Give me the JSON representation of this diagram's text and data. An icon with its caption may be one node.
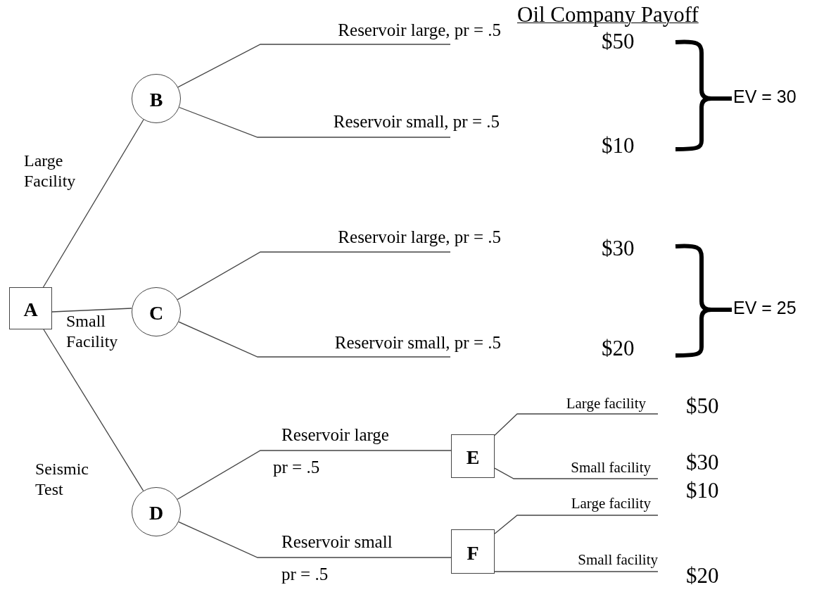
{
  "diagram": {
    "title": "Oil Company Payoff",
    "nodes": [
      {
        "text": [
          "A"
        ]
      },
      {
        "text": [
          "B"
        ]
      },
      {
        "text": [
          "C"
        ]
      },
      {
        "text": [
          "D"
        ]
      },
      {
        "text": [
          "E"
        ]
      },
      {
        "text": [
          "F"
        ]
      }
    ],
    "edges": [
      {
        "from": 0,
        "to": 1,
        "arrow": "none",
        "label": "Large Facility"
      },
      {
        "from": 0,
        "to": 2,
        "arrow": "none",
        "label": "Small Facility"
      },
      {
        "from": 0,
        "to": 3,
        "arrow": "none",
        "label": "Seismic Test"
      },
      {
        "from": 1,
        "to": null,
        "arrow": "none",
        "label": "Reservoir large, pr = .5"
      },
      {
        "from": 1,
        "to": null,
        "arrow": "none",
        "label": "Reservoir small, pr = .5"
      },
      {
        "from": 2,
        "to": null,
        "arrow": "none",
        "label": "Reservoir large, pr = .5"
      },
      {
        "from": 2,
        "to": null,
        "arrow": "none",
        "label": "Reservoir small, pr = .5"
      },
      {
        "from": 3,
        "to": 4,
        "arrow": "none",
        "label": "Reservoir large"
      },
      {
        "from": 3,
        "to": 5,
        "arrow": "none",
        "label": "Reservoir small"
      },
      {
        "from": 4,
        "to": null,
        "arrow": "none",
        "label": "Large facility"
      },
      {
        "from": 4,
        "to": null,
        "arrow": "none",
        "label": "Small facility"
      },
      {
        "from": 5,
        "to": null,
        "arrow": "none",
        "label": "Large facility"
      },
      {
        "from": 5,
        "to": null,
        "arrow": "none",
        "label": "Small facility"
      }
    ],
    "labels": [
      "$50",
      "EV = 30",
      "$10",
      "$30",
      "EV = 25",
      "$20",
      "$50",
      "pr = .5",
      "$30",
      "$10",
      "pr = .5",
      "$20"
    ]
  }
}
